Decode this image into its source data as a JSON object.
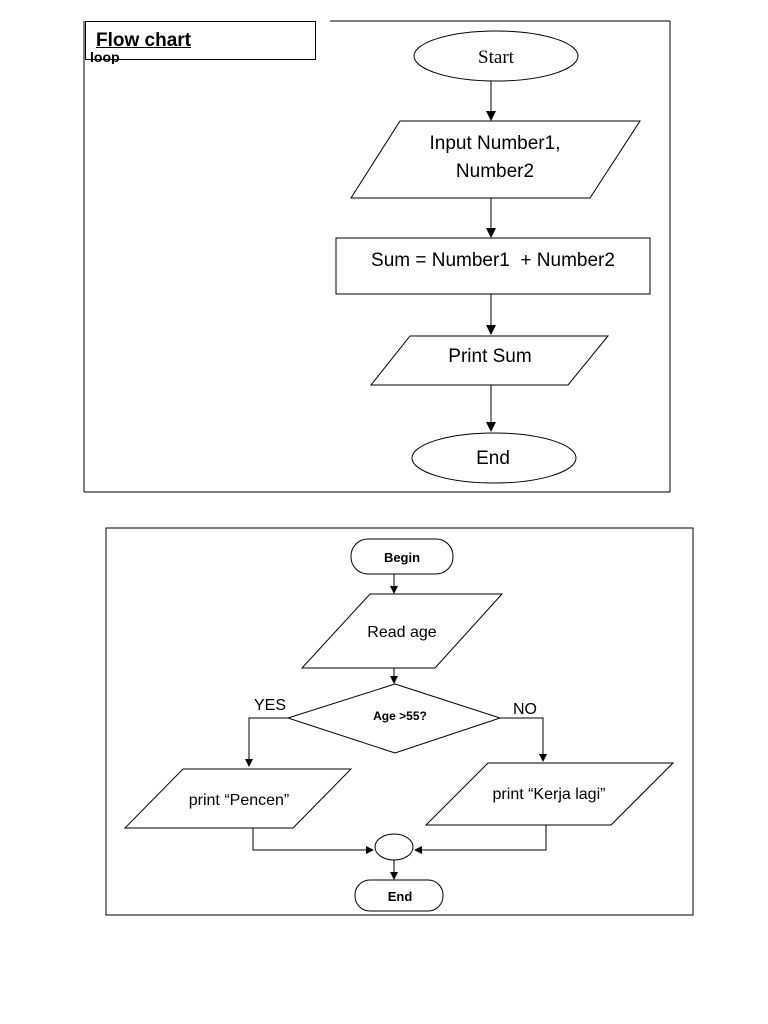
{
  "doc": {
    "title": "Flow chart",
    "clipped_text": "loop"
  },
  "flow1": {
    "start": "Start",
    "input_line1": "Input Number1,",
    "input_line2": "Number2",
    "process": "Sum = Number1  + Number2",
    "output": "Print Sum",
    "end": "End"
  },
  "flow2": {
    "begin": "Begin",
    "read": "Read age",
    "decision": "Age >55?",
    "yes_label": "YES",
    "no_label": "NO",
    "yes_output": "print “Pencen”",
    "no_output": "print “Kerja lagi”",
    "end": "End"
  }
}
